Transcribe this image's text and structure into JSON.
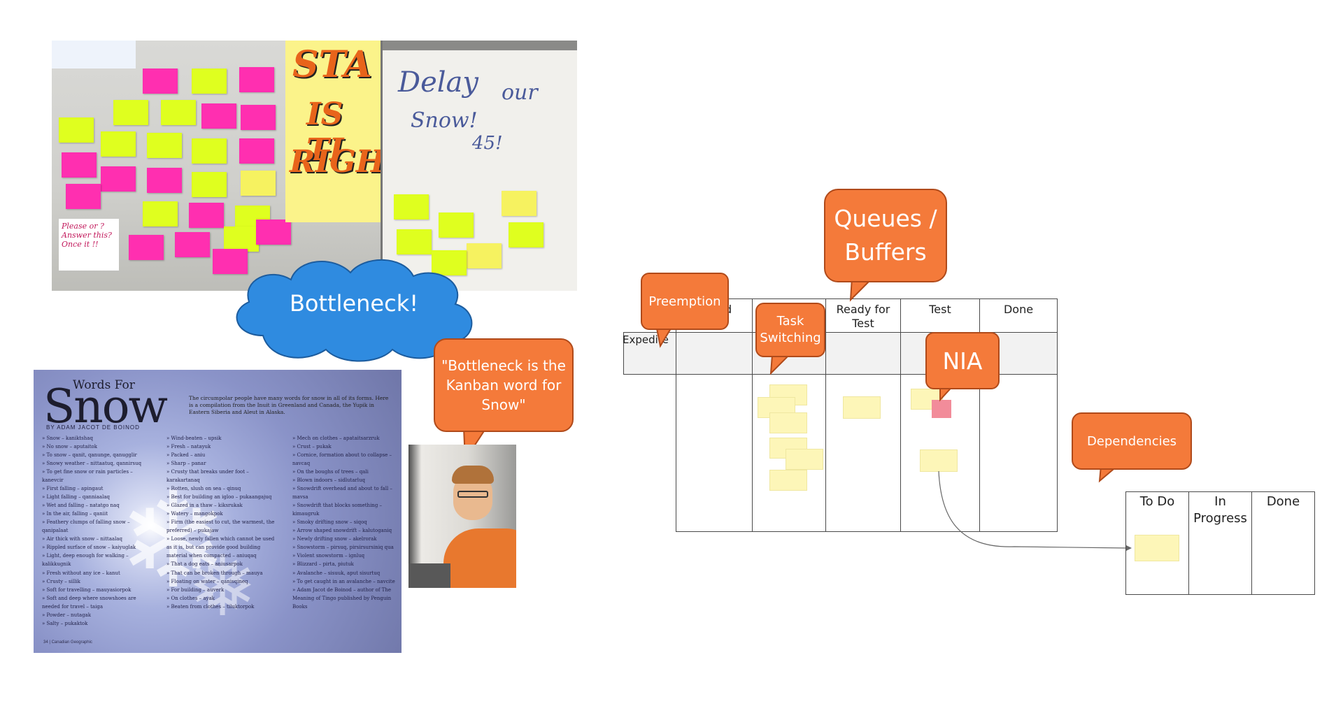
{
  "wall_photo": {
    "flipchart_text": [
      "Delay",
      "our",
      "Snow!",
      "45!"
    ],
    "poster_text": [
      "STA",
      "IS TI",
      "RIGHT"
    ],
    "note_text": [
      "Please or ?",
      "Answer this?",
      "Once it !!"
    ]
  },
  "cloud": {
    "label": "Bottleneck!",
    "color": "#2f8be0"
  },
  "snow_page": {
    "title_small": "Words For",
    "title_big": "Snow",
    "byline": "BY ADAM JACOT DE BOINOD",
    "intro": "The circumpolar people have many words for snow in all of its forms. Here is a compilation from the Inuit in Greenland and Canada, the Yupik in Eastern Siberia and Aleut in Alaska.",
    "col1": [
      "Snow – kaniktshaq",
      "No snow – aputaitok",
      "To snow – qanit, qanunge, qanugglir",
      "Snowy weather – nittaatuq, qannirsuq",
      "To get fine snow or rain particles – kanevcir",
      "First falling – apingaut",
      "Light falling – qanniaalaq",
      "Wet and falling – natatgo naq",
      "In the air, falling – qaniit",
      "Feathery clumps of falling snow – qanipalaat",
      "Air thick with snow – nittaalaq",
      "Rippled surface of snow – kaiyuglak",
      "Light, deep enough for walking – kalikkugnik",
      "Fresh without any ice – kanut",
      "Crusty – sillik",
      "Soft for travelling – mauyasiorpok",
      "Soft and deep where snowshoes are needed for travel – taiga",
      "Powder – nutagak",
      "Salty – pukaktok"
    ],
    "col2": [
      "Wind-beaten – upsik",
      "Fresh – natayuk",
      "Packed – aniu",
      "Sharp – panar",
      "Crusty that breaks under foot – karakartanaq",
      "Rotten, slush on sea – qinuq",
      "Best for building an igloo – pukaangajuq",
      "Glazed in a thaw – kiksrukak",
      "Watery – mangokpok",
      "Firm (the easiest to cut, the warmest, the preferred) – pukajaw",
      "Loose, newly fallen which cannot be used as it is, but can provide good building material when compacted – aniuqaq",
      "That a dog eats – aniusarpok",
      "That can be broken through – mauya",
      "Floating on water – qanisqineq",
      "For building – auverk",
      "On clothes – ayak",
      "Beaten from clothes – tiluktorpok"
    ],
    "col3": [
      "Mech on clothes – apataitsarzruk",
      "Crust – pukak",
      "Cornice, formation about to collapse – navcaq",
      "On the boughs of trees – qali",
      "Blown indoors – sidlutarluq",
      "Snowdrift overhead and about to fall – mavsa",
      "Snowdrift that blocks something – kimaugruk",
      "Smoky drifting snow – siqoq",
      "Arrow shaped snowdrift – kalutoganiq",
      "Newly drifting snow – akelrorak",
      "Snowstorm – pirsuq, pirsirsursiniq qua",
      "Violent snowstorm – ignluq",
      "Blizzard – pirta, piutuk",
      "Avalanche – sisuuk, aput sisurtuq",
      "To get caught in an avalanche – navcite",
      "Adam Jacot de Boinod – author of The Meaning of Tingo published by Penguin Books"
    ],
    "footer": "34 | Canadian Geographic"
  },
  "bubbles": {
    "kanban_quote": "\"Bottleneck is the Kanban word for Snow\"",
    "preemption": "Preemption",
    "task_switching": "Task Switching",
    "queues": "Queues / Buffers",
    "nia": "NIA",
    "dependencies": "Dependencies",
    "fill": "#f47a3a",
    "stroke": "#b04a1a"
  },
  "board1": {
    "col_partial": "d",
    "ready_for_test": "Ready for Test",
    "test": "Test",
    "done": "Done",
    "expedite": "Expedite"
  },
  "board2": {
    "todo": "To Do",
    "in_progress": "In Progress",
    "done": "Done"
  },
  "colors": {
    "card": "#fdf6b8",
    "blocked_card": "#f28c9a",
    "expedite_lane": "#f2f2f2"
  }
}
